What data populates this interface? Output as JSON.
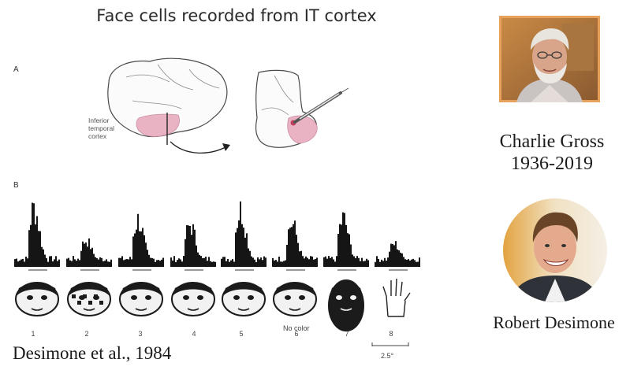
{
  "slide": {
    "title": "Face cells recorded from IT cortex"
  },
  "figure": {
    "panel_a_label": "A",
    "panel_b_label": "B",
    "brain_label_lines": [
      "Inferior",
      "temporal",
      "cortex"
    ],
    "stimuli": [
      {
        "number": "1"
      },
      {
        "number": "2"
      },
      {
        "number": "3"
      },
      {
        "number": "4"
      },
      {
        "number": "5"
      },
      {
        "number": "6"
      },
      {
        "number": "7"
      },
      {
        "number": "8"
      }
    ],
    "no_color_label": "No color",
    "scale_label": "2.5°"
  },
  "people": {
    "gross_name": "Charlie Gross",
    "gross_years": "1936-2019",
    "desimone_name": "Robert Desimone"
  },
  "citation": "Desimone et al., 1984",
  "colors": {
    "it_region": "#e9b3c3",
    "brain_outline": "#4a4a4a",
    "histogram": "#151515",
    "photo_frame": "#e8a15a"
  }
}
